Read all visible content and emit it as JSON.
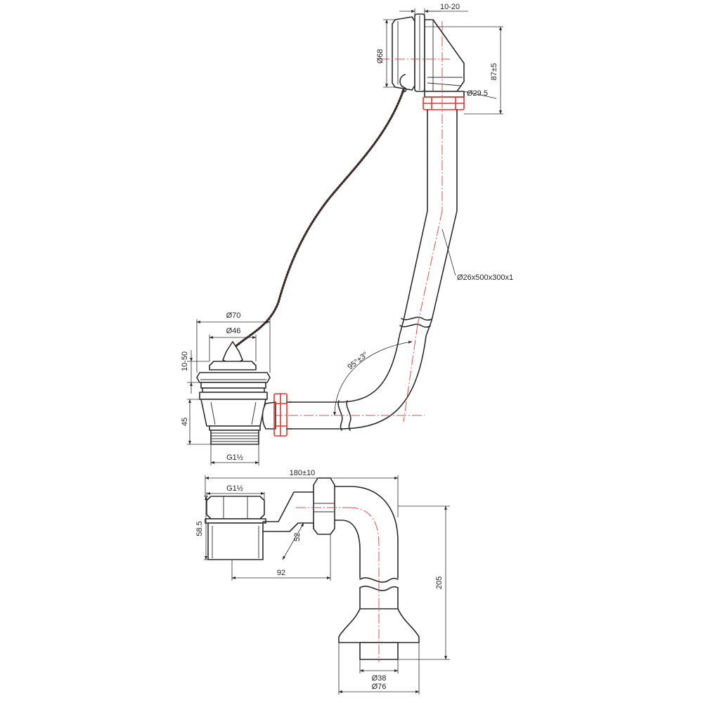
{
  "drawing": {
    "colors": {
      "outline": "#2b2b2b",
      "centerline": "#d9534f",
      "highlight_nut": "#e0352b",
      "background": "#ffffff"
    },
    "top_view": {
      "overflow_head": {
        "width_label": "10-20",
        "diameter_label": "Ø68",
        "height_label": "87±5",
        "outlet_label": "Ø29.5"
      },
      "pipe_label": "Ø26x500x300x1",
      "bend_angle_label": "95°±3°",
      "waste_plug": {
        "outer_diameter_label": "Ø70",
        "inner_diameter_label": "Ø46",
        "adjust_label": "10-50",
        "body_height_label": "45",
        "thread_label": "G1½"
      }
    },
    "trap_view": {
      "overall_width_label": "180±10",
      "inlet_thread_label": "G1½",
      "inlet_height_label": "58.5",
      "offset_height_label": "52",
      "offset_width_label": "92",
      "total_height_label": "205",
      "outlet_inner_label": "Ø38",
      "outlet_outer_label": "Ø76"
    }
  }
}
